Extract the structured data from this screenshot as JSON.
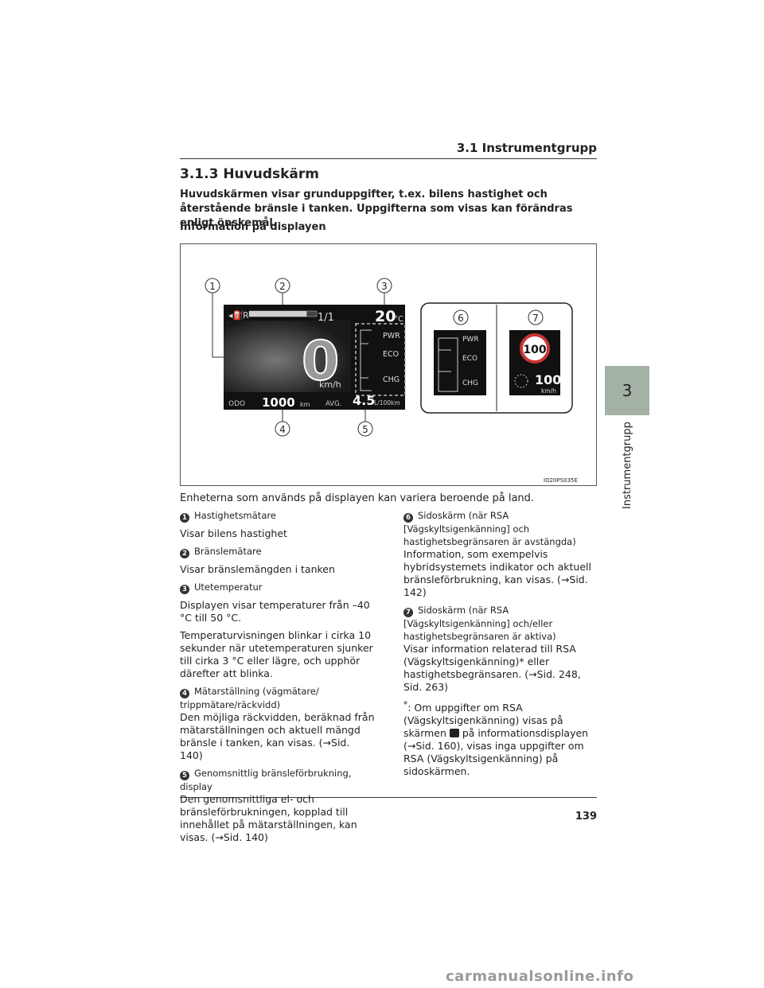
{
  "header": {
    "section": "3.1 Instrumentgrupp"
  },
  "title": "3.1.3 Huvudskärm",
  "intro": "Huvudskärmen visar grunduppgifter, t.ex. bilens hastighet och återstående bränsle i tanken. Uppgifterna som visas kan förändras enligt önskemål.",
  "subheading": "Information på displayen",
  "figure": {
    "code": "IO20PS035E",
    "callouts": [
      "1",
      "2",
      "3",
      "4",
      "5",
      "6",
      "7"
    ],
    "display": {
      "gear": "R",
      "fuel_full_mark": "1/1",
      "fuel_level": 0.85,
      "temperature": "20",
      "temp_unit": "°C",
      "speed": "0",
      "speed_unit": "km/h",
      "odo_label": "ODO",
      "odo_value": "1000",
      "odo_unit": "km",
      "avg_label": "AVG.",
      "avg_value": "4.5",
      "avg_unit": "L/100km",
      "hybrid_labels": [
        "PWR",
        "ECO",
        "CHG"
      ]
    },
    "side6": {
      "labels": [
        "PWR",
        "ECO",
        "CHG"
      ]
    },
    "side7": {
      "sign_value": "100",
      "limit_value": "100",
      "limit_unit": "km/h"
    }
  },
  "caption": "Enheterna som används på displayen kan variera beroende på land.",
  "items": [
    {
      "n": "1",
      "label": "Hastighetsmätare",
      "body": [
        "Visar bilens hastighet"
      ]
    },
    {
      "n": "2",
      "label": "Bränslemätare",
      "body": [
        "Visar bränslemängden i tanken"
      ]
    },
    {
      "n": "3",
      "label": "Utetemperatur",
      "body": [
        "Displayen visar temperaturer från –40 °C till 50 °C.",
        "Temperaturvisningen blinkar i cirka 10 sekunder när utetemperaturen sjunker till cirka 3 °C eller lägre, och upphör därefter att blinka."
      ]
    },
    {
      "n": "4",
      "label": "Mätarställning (vägmätare/ trippmätare/räckvidd)",
      "body": [
        "Den möjliga räckvidden, beräknad från mätarställningen och aktuell mängd bränsle i tanken, kan visas. (→Sid. 140)"
      ]
    },
    {
      "n": "5",
      "label": "Genomsnittlig bränsleförbrukning, display",
      "body": [
        "Den genomsnittliga el- och bränsleförbrukningen, kopplad till innehållet på mätarställningen, kan visas. (→Sid. 140)"
      ]
    },
    {
      "n": "6",
      "label": "Sidoskärm (när RSA [Vägskyltsigenkänning] och hastighetsbegränsaren är avstängda)",
      "body": [
        "Information, som exempelvis hybridsystemets indikator och aktuell bränsleförbrukning, kan visas. (→Sid. 142)"
      ]
    },
    {
      "n": "7",
      "label": "Sidoskärm (när RSA [Vägskyltsigenkänning] och/eller hastighetsbegränsaren är aktiva)",
      "body": [
        "Visar information relaterad till RSA (Vägskyltsigenkänning)* eller hastighetsbegränsaren. (→Sid. 248, Sid. 263)"
      ]
    }
  ],
  "footnote": {
    "marker": "*",
    "text_before": ": Om uppgifter om RSA (Vägskyltsigenkänning) visas på skärmen",
    "text_after": " på informationsdisplayen (→Sid. 160), visas inga uppgifter om RSA (Vägskyltsigenkänning) på sidoskärmen."
  },
  "tab": {
    "number": "3",
    "label": "Instrumentgrupp"
  },
  "page_number": "139",
  "watermark": "carmanualsonline.info"
}
